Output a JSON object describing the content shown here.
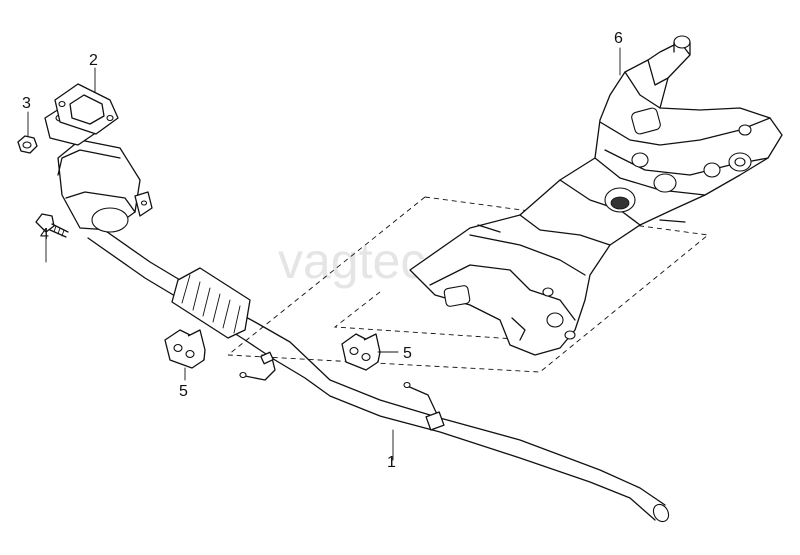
{
  "watermark": "vagtec.ru",
  "callouts": [
    {
      "id": "callout-1",
      "label": "1"
    },
    {
      "id": "callout-2",
      "label": "2"
    },
    {
      "id": "callout-3",
      "label": "3"
    },
    {
      "id": "callout-4",
      "label": "4"
    },
    {
      "id": "callout-5a",
      "label": "5"
    },
    {
      "id": "callout-5b",
      "label": "5"
    },
    {
      "id": "callout-6",
      "label": "6"
    }
  ]
}
